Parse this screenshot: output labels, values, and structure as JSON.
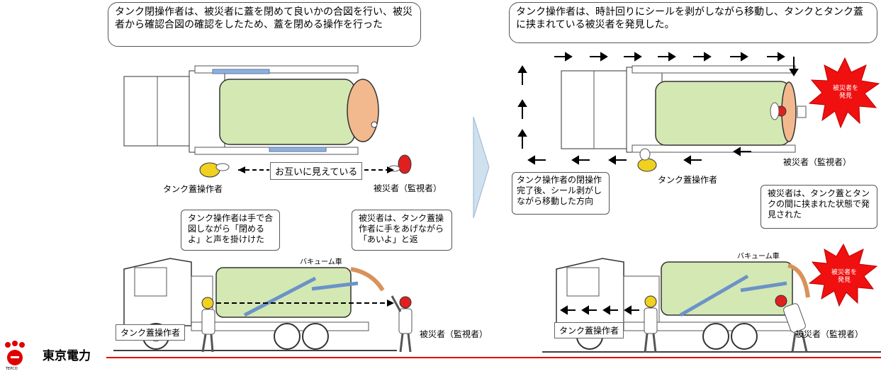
{
  "panel_left": {
    "callout_top": "タンク閉操作者は、被災者に蓋を閉めて良いかの合図を行い、被災者から確認合図の確認をしたため、蓋を閉める操作を行った",
    "mutual_label": "お互いに見えている",
    "operator_label": "タンク蓋操作者",
    "victim_label": "被災者（監視者）",
    "callout_operator": "タンク操作者は手で合図しながら「閉めるよ」と声を掛けけた",
    "callout_victim": "被災者は、タンク蓋操作者に手をあげながら「あいよ」と返",
    "vacuum_label": "バキューム車",
    "operator_tag": "タンク蓋操作者",
    "victim_label_side": "被災者（監視者）"
  },
  "panel_right": {
    "callout_top": "タンク操作者は、時計回りにシールを剥がしながら移動し、タンクとタンク蓋に挟まれている被災者を発見した。",
    "burst_top": "被災者を発見",
    "victim_label": "被災者（監視者）",
    "operator_label": "タンク蓋操作者",
    "callout_direction": "タンク操作者の閉操作完了後、シール剥がしながら移動した方向",
    "callout_found": "被災者は、タンク蓋とタンクの間に挟まれた状態で発見された",
    "vacuum_label": "バキューム車",
    "burst_bottom": "被災者を発見",
    "operator_tag": "タンク蓋操作者",
    "victim_label_side": "被災者（監視者）"
  },
  "footer": {
    "company": "東京電力",
    "logo_small": "TEPCO"
  },
  "colors": {
    "tank": "#d4e8b4",
    "lid": "#f2b98e",
    "helmet": "#f0d020",
    "victim_helmet": "#e02020",
    "burst": "#f01010",
    "rule": "#e00000",
    "arrow_bg": "#cfe0ef"
  }
}
